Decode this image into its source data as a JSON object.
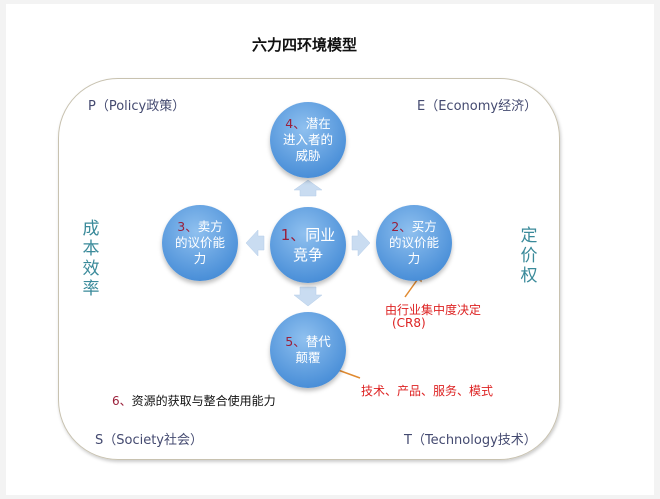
{
  "title": "六力四环境模型",
  "corners": {
    "p": "P（Policy政策）",
    "e": "E（Economy经济）",
    "s": "S（Society社会）",
    "t": "T（Technology技术）"
  },
  "sides": {
    "left": "成本效率",
    "right": "定价权"
  },
  "forces": [
    {
      "num": "1、",
      "text": "同业竞争"
    },
    {
      "num": "2、",
      "text": "买方的议价能力"
    },
    {
      "num": "3、",
      "text": "卖方的议价能力"
    },
    {
      "num": "4、",
      "text": "潜在进入者的威胁"
    },
    {
      "num": "5、",
      "text": "替代颠覆"
    },
    {
      "num": "6、",
      "text": "资源的获取与整合使用能力"
    }
  ],
  "notes": {
    "concentration": "由行业集中度决定",
    "cr8": "(CR8)",
    "substitute": "技术、产品、服务、模式"
  },
  "colors": {
    "circle": "#4a8fd8",
    "note": "#dd2222",
    "arrow": "#e08a30",
    "side": "#3a8a9a"
  }
}
